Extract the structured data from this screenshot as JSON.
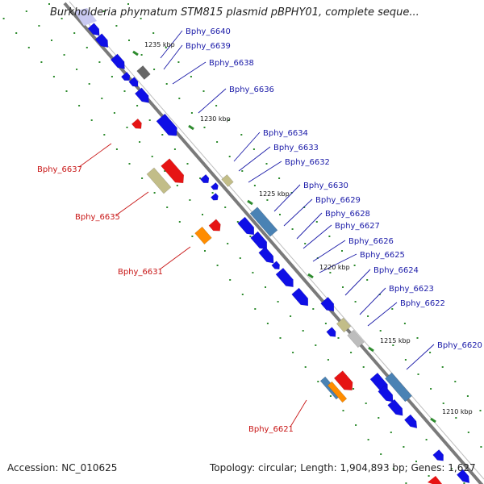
{
  "title": "Burkholderia phymatum STM815 plasmid pBPHY01, complete seque...",
  "footer": {
    "accession": "Accession: NC_010625",
    "topology": "Topology: circular; Length: 1,904,893 bp; Genes: 1,627"
  },
  "colors": {
    "backbone": "#7a7a7a",
    "tick": "#2e8b2e",
    "label_forward": "#1a1aa8",
    "label_reverse": "#c81414",
    "gene_blue": "#0f0fe6",
    "gene_red": "#e61414",
    "gene_orange": "#ff8c00",
    "gene_olive": "#c2bd88",
    "gene_steel": "#4a82b4",
    "gene_gray": "#666666",
    "gene_silver": "#bdbdbd"
  },
  "ticks": [
    {
      "label": "1235 kbp"
    },
    {
      "label": "1230 kbp"
    },
    {
      "label": "1225 kbp"
    },
    {
      "label": "1220 kbp"
    },
    {
      "label": "1215 kbp"
    },
    {
      "label": "1210 kbp"
    }
  ],
  "genes_forward": [
    {
      "label": "Bphy_6640"
    },
    {
      "label": "Bphy_6639"
    },
    {
      "label": "Bphy_6638"
    },
    {
      "label": "Bphy_6636"
    },
    {
      "label": "Bphy_6634"
    },
    {
      "label": "Bphy_6633"
    },
    {
      "label": "Bphy_6632"
    },
    {
      "label": "Bphy_6630"
    },
    {
      "label": "Bphy_6629"
    },
    {
      "label": "Bphy_6628"
    },
    {
      "label": "Bphy_6627"
    },
    {
      "label": "Bphy_6626"
    },
    {
      "label": "Bphy_6625"
    },
    {
      "label": "Bphy_6624"
    },
    {
      "label": "Bphy_6623"
    },
    {
      "label": "Bphy_6622"
    },
    {
      "label": "Bphy_6620"
    }
  ],
  "genes_reverse": [
    {
      "label": "Bphy_6637"
    },
    {
      "label": "Bphy_6635"
    },
    {
      "label": "Bphy_6631"
    },
    {
      "label": "Bphy_6621"
    }
  ]
}
